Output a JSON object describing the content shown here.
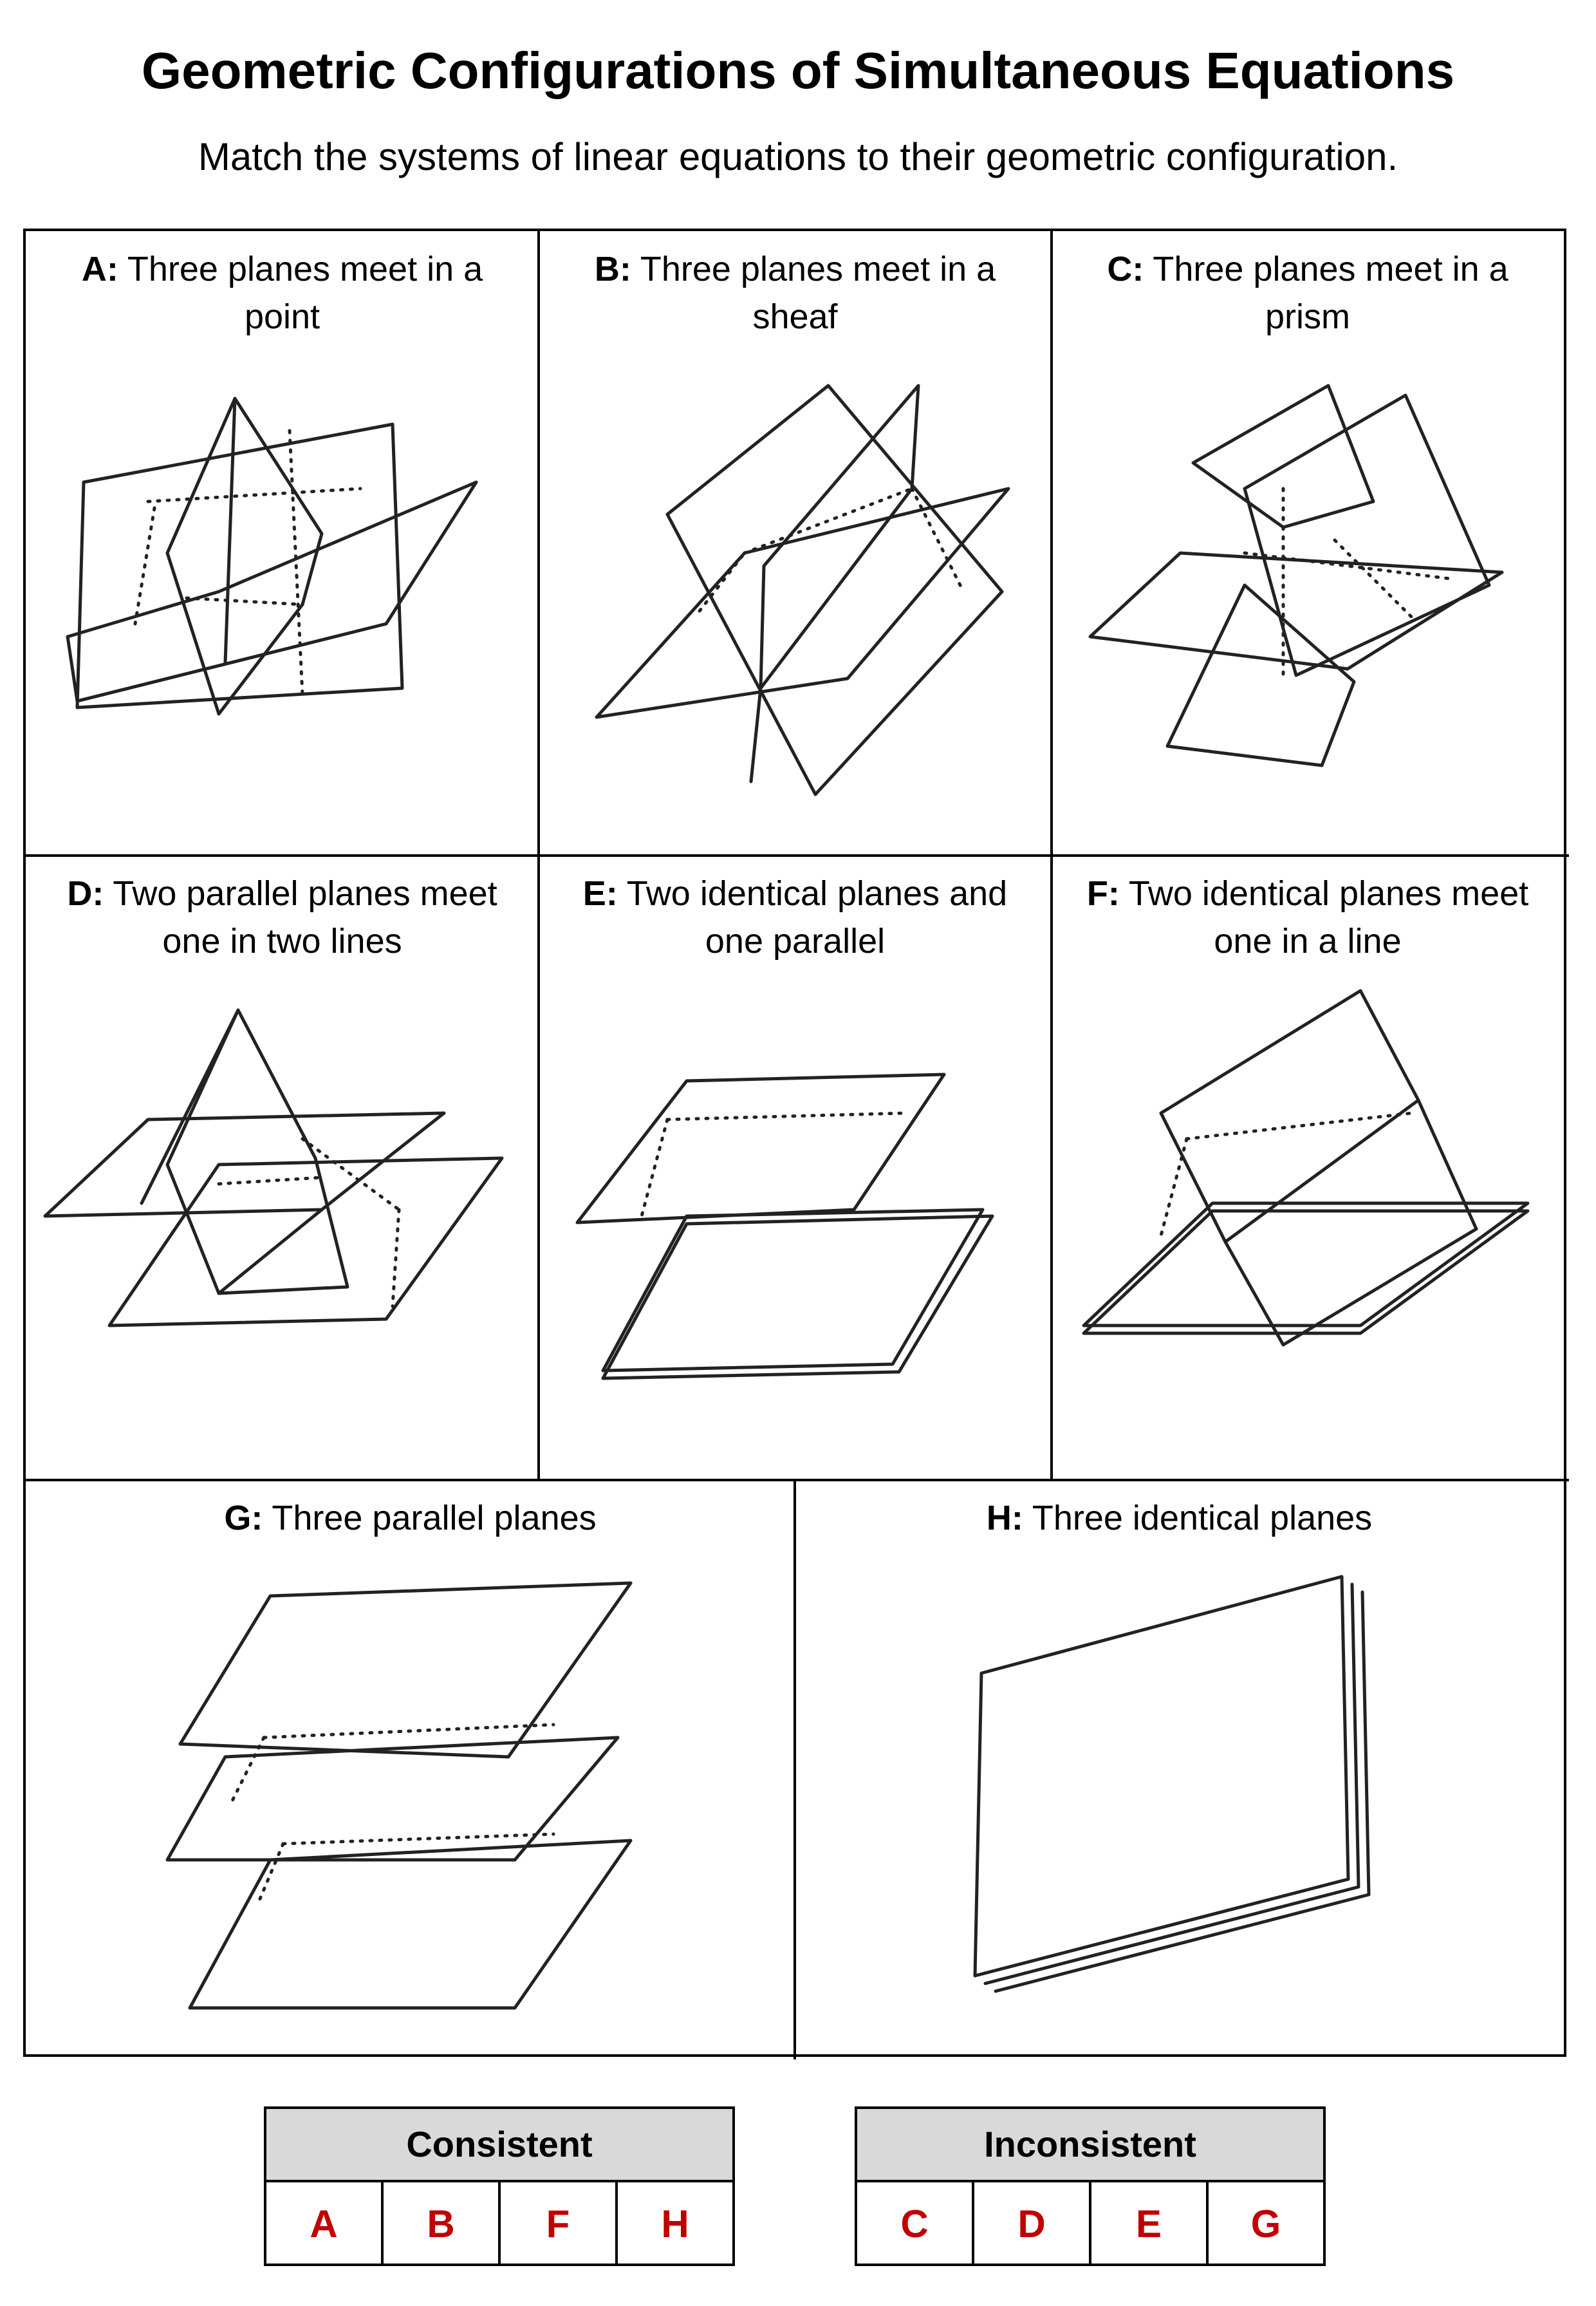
{
  "title": "Geometric Configurations of Simultaneous Equations",
  "subtitle": "Match the systems of linear equations to their geometric configuration.",
  "cells": [
    {
      "letter": "A:",
      "text": " Three planes meet in a point"
    },
    {
      "letter": "B:",
      "text": " Three planes meet in a sheaf"
    },
    {
      "letter": "C:",
      "text": " Three planes meet in a prism"
    },
    {
      "letter": "D:",
      "text": " Two parallel planes meet one in two lines"
    },
    {
      "letter": "E:",
      "text": " Two identical planes and one parallel"
    },
    {
      "letter": "F:",
      "text": " Two identical planes meet one in a line"
    },
    {
      "letter": "G:",
      "text": " Three parallel planes"
    },
    {
      "letter": "H:",
      "text": " Three identical planes"
    }
  ],
  "answers": {
    "consistent": {
      "heading": "Consistent",
      "items": [
        "A",
        "B",
        "F",
        "H"
      ]
    },
    "inconsistent": {
      "heading": "Inconsistent",
      "items": [
        "C",
        "D",
        "E",
        "G"
      ]
    }
  },
  "colors": {
    "answer_text": "#c00000",
    "header_fill": "#d9d9d9"
  }
}
